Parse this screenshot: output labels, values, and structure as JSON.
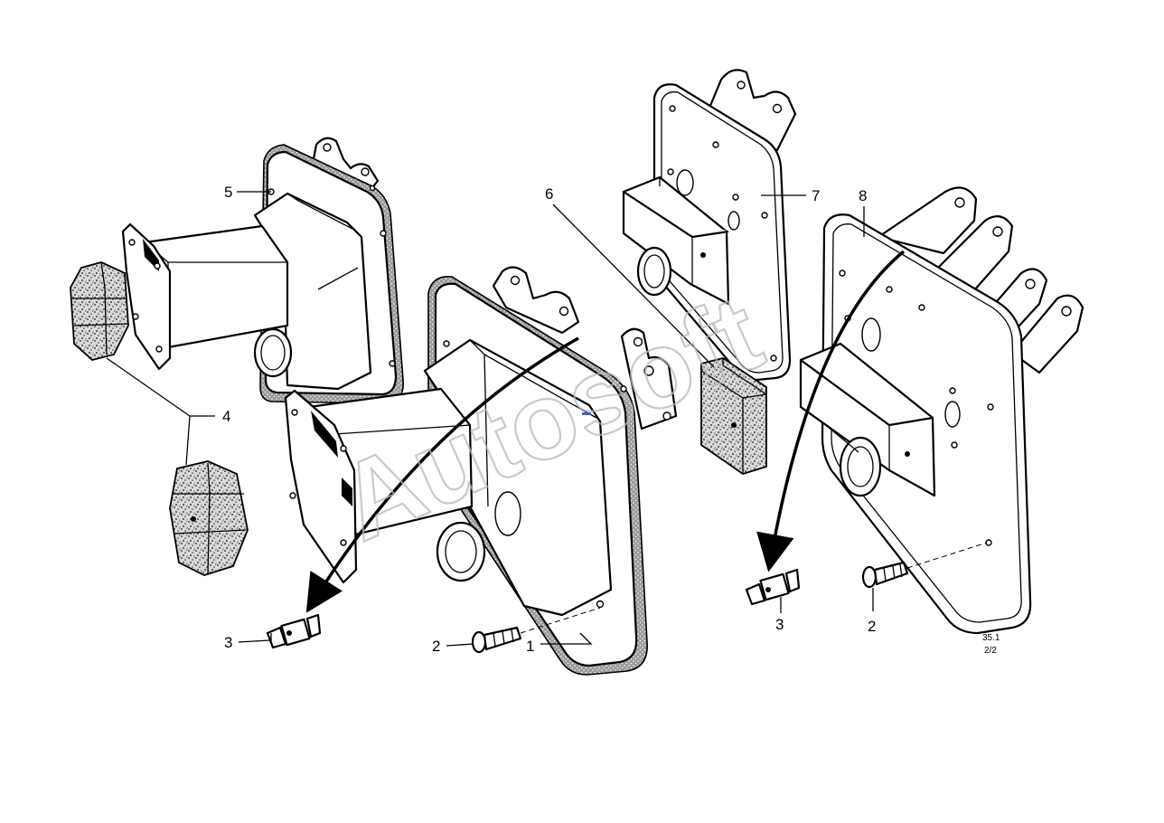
{
  "callouts": {
    "c1": "1",
    "c2a": "2",
    "c2b": "2",
    "c3a": "3",
    "c3b": "3",
    "c4": "4",
    "c5": "5",
    "c6": "6",
    "c7": "7",
    "c8": "8"
  },
  "reference": {
    "code": "35.1",
    "page": "2/2"
  },
  "watermark": "Autosoft",
  "colors": {
    "line": "#000000",
    "background": "#ffffff",
    "watermark": "#b8b8b8"
  }
}
